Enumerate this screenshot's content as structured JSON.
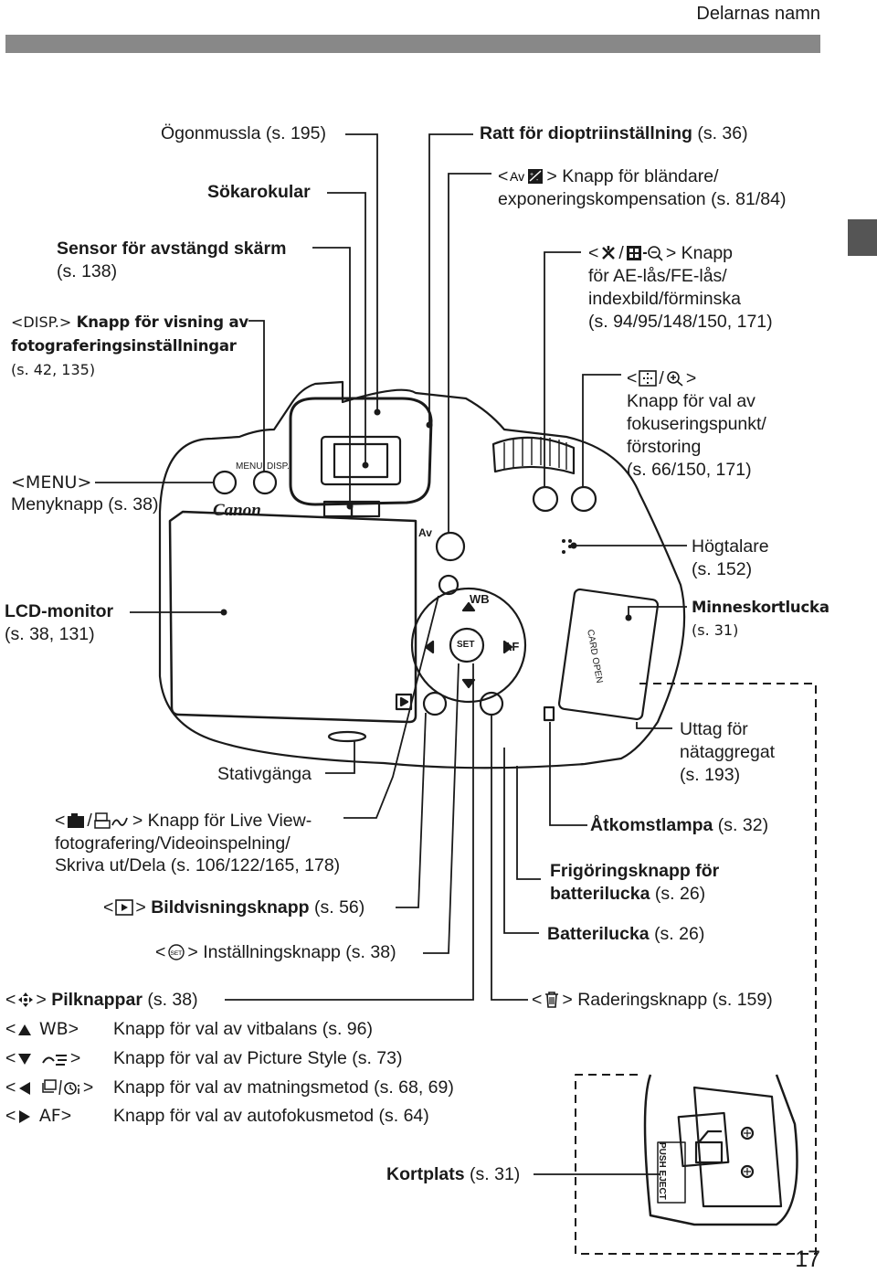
{
  "header": {
    "title": "Delarnas namn"
  },
  "page_number": "17",
  "labels": {
    "ogonmussla": "Ögonmussla (s. 195)",
    "sokarokular": "Sökarokular",
    "sensor_l1": "Sensor för avstängd skärm",
    "sensor_l2": "(s. 138)",
    "disp_code": "<DISP.>",
    "disp_l1": "Knapp för visning av",
    "disp_l2": "fotograferingsinställningar",
    "disp_l3": "(s. 42, 135)",
    "menu_code": "<MENU>",
    "menu_l2": "Menyknapp (s. 38)",
    "lcd_l1": "LCD-monitor",
    "lcd_l2": "(s. 38, 131)",
    "diopter": "Ratt för dioptriinställning",
    "diopter_ref": "(s. 36)",
    "av_l1": "Knapp för bländare/",
    "av_l2": "exponeringskompensation (s. 81/84)",
    "ae_l1": "Knapp",
    "ae_l2": "för AE-lås/FE-lås/",
    "ae_l3": "indexbild/förminska",
    "ae_l4": "(s. 94/95/148/150, 171)",
    "af_l2": "Knapp för val av",
    "af_l3": "fokuseringspunkt/",
    "af_l4": "förstoring",
    "af_l5": "(s. 66/150, 171)",
    "speaker_l1": "Högtalare",
    "speaker_l2": "(s. 152)",
    "card_l1": "Minneskortlucka",
    "card_l2": "(s. 31)",
    "dc_l1": "Uttag för",
    "dc_l2": "nätaggregat",
    "dc_l3": "(s. 193)",
    "tripod": "Stativgänga",
    "live_l1": "Knapp för Live View-",
    "live_l2": "fotografering/Videoinspelning/",
    "live_l3": "Skriva ut/Dela (s. 106/122/165, 178)",
    "play_bold": "Bildvisningsknapp",
    "play_ref": "(s. 56)",
    "set": "Inställningsknapp (s. 38)",
    "access_bold": "Åtkomstlampa",
    "access_ref": "(s. 32)",
    "batt_release_l1": "Frigöringsknapp för",
    "batt_release_l2": "batterilucka",
    "batt_release_ref": "(s. 26)",
    "batt_cover": "Batterilucka",
    "batt_cover_ref": "(s. 26)",
    "cross_bold": "Pilknappar",
    "cross_ref": "(s. 38)",
    "erase": "Raderingsknapp (s. 159)",
    "wb_code": "WB",
    "wb_text": "Knapp för val av vitbalans (s. 96)",
    "ps_text": "Knapp för val av Picture Style (s. 73)",
    "drive_text": "Knapp för val av matningsmetod (s. 68, 69)",
    "af_code": "AF",
    "afmode_text": "Knapp för val av autofokusmetod (s. 64)",
    "cardslot_bold": "Kortplats",
    "cardslot_ref": "(s. 31)"
  },
  "camera": {
    "brand": "Canon",
    "menu_btn": "MENU",
    "disp_btn": "DISP.",
    "wb": "WB",
    "af": "AF",
    "set": "SET",
    "card_open": "CARD OPEN",
    "av": "Av",
    "push_eject": "PUSH EJECT"
  }
}
